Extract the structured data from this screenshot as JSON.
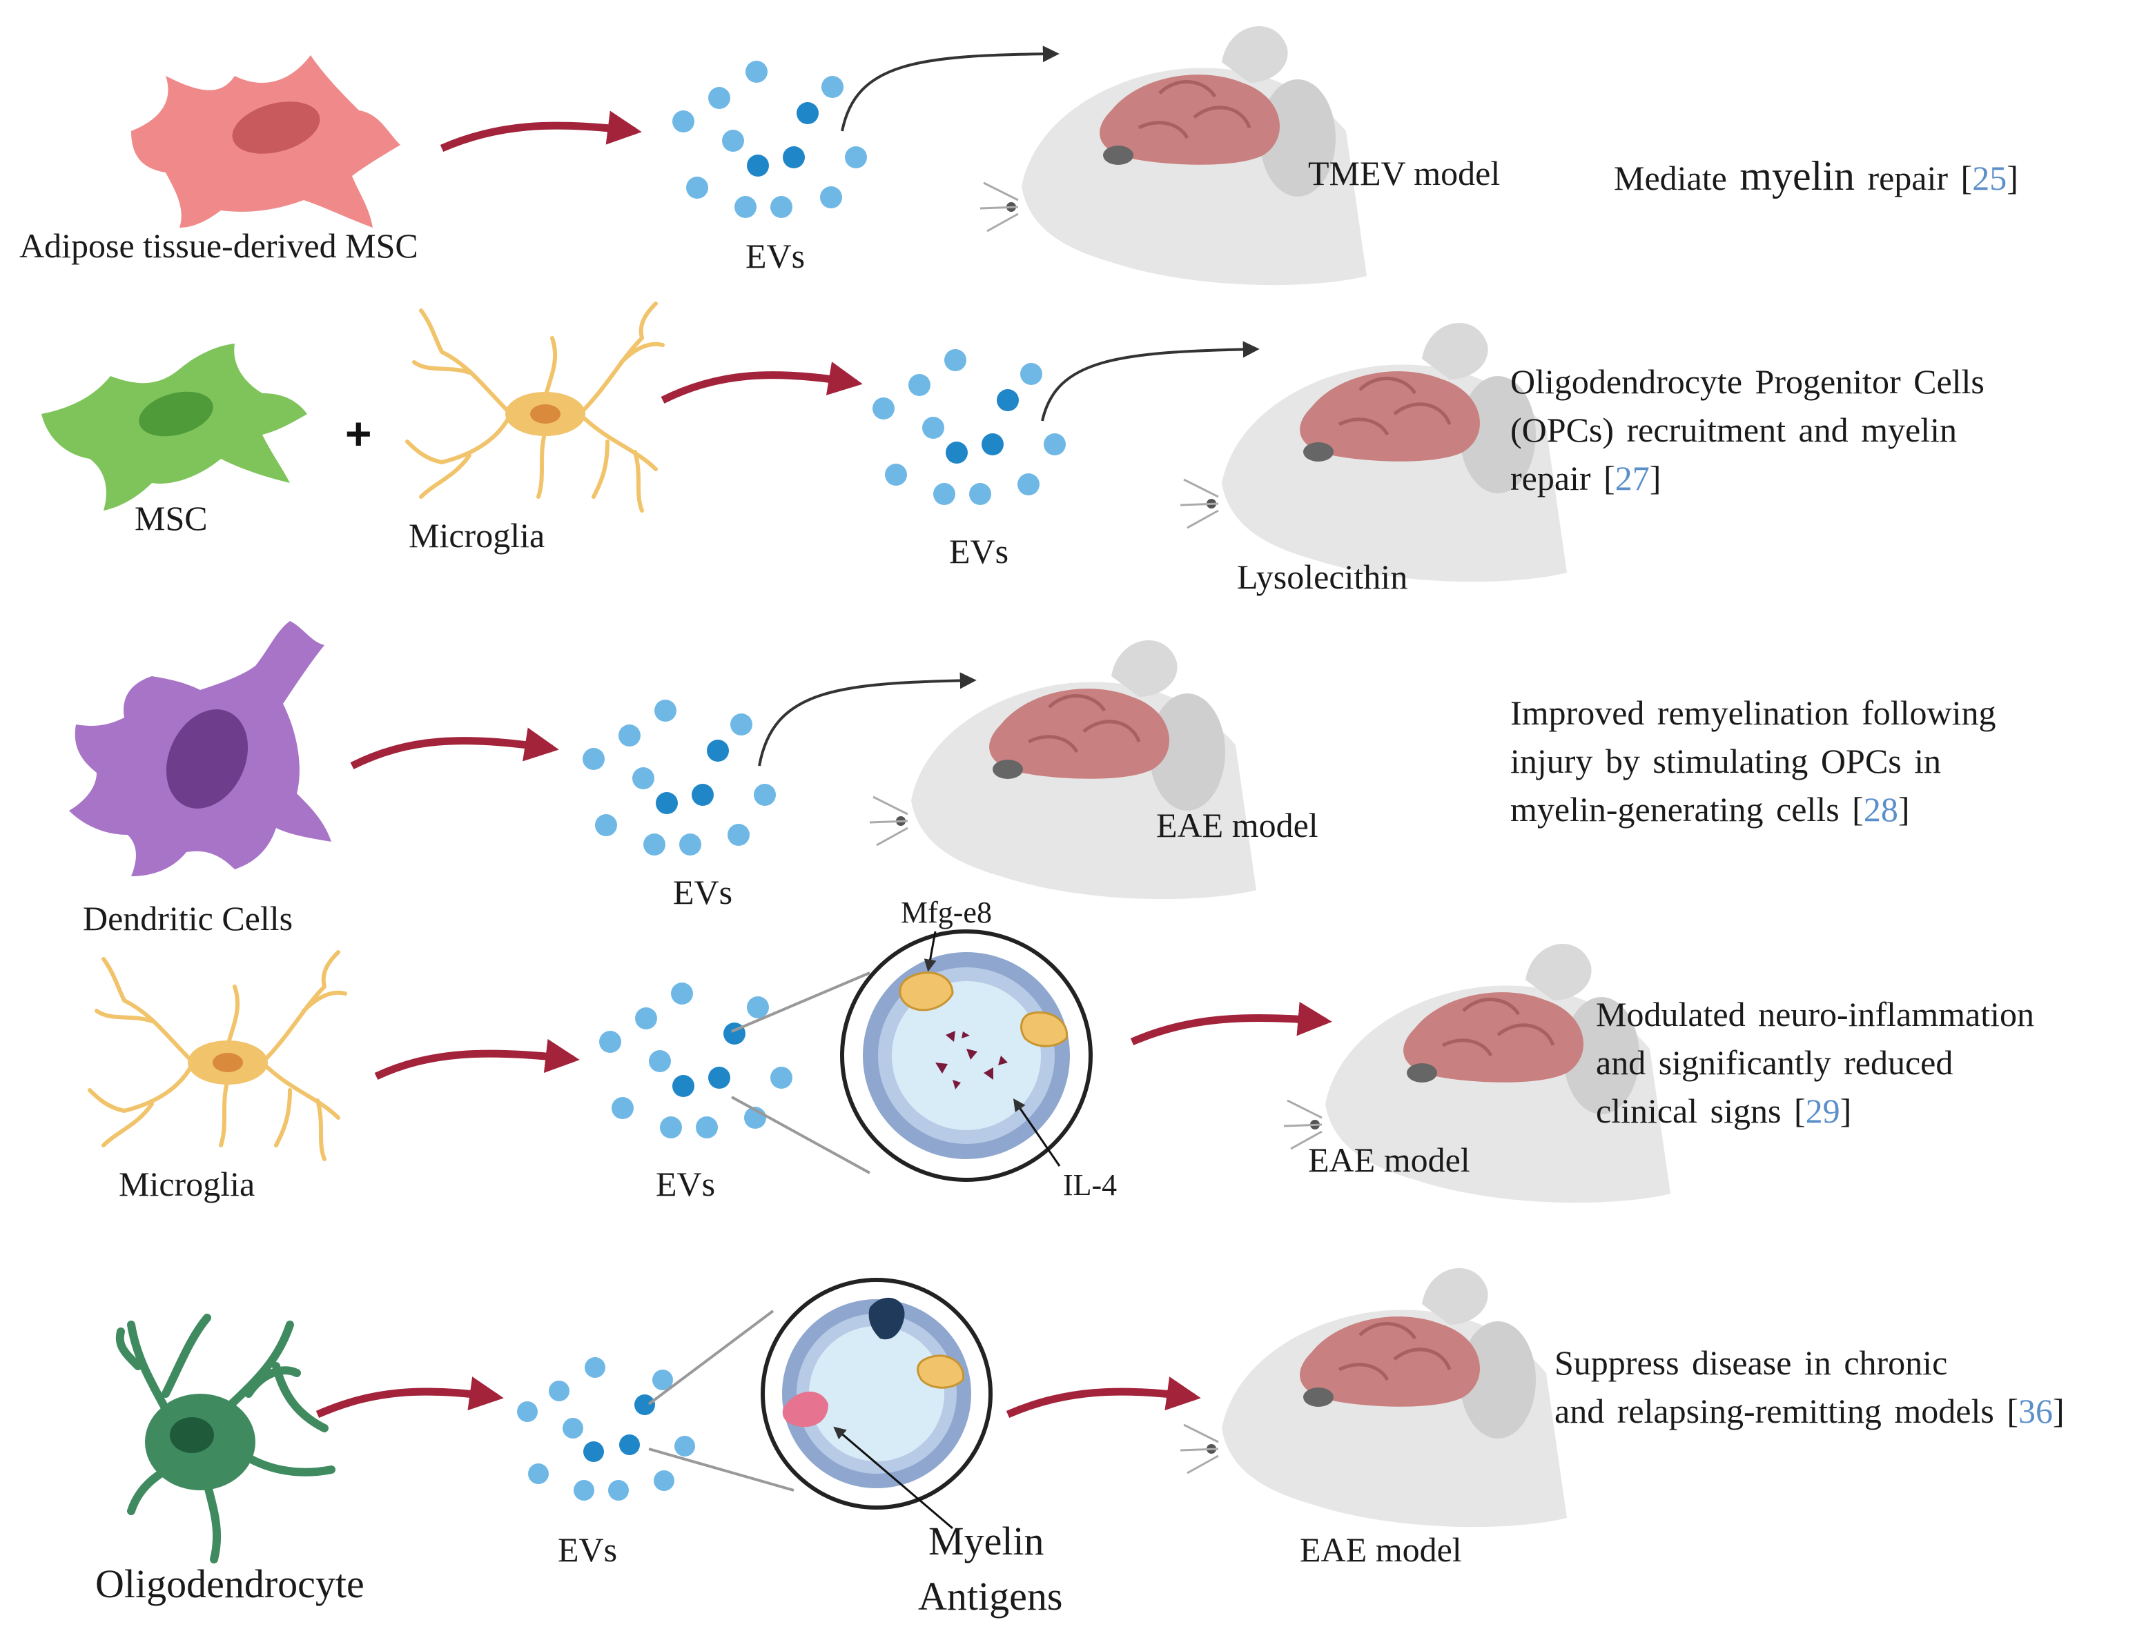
{
  "colors": {
    "arrow_red": "#a3233b",
    "arrow_dark": "#333333",
    "ev_light": "#6fb8e6",
    "ev_dark": "#1f86c8",
    "adipose_msc": "#f08a8a",
    "msc": "#7ec45b",
    "microglia": "#f1c36a",
    "dendritic": "#a874c7",
    "oligodendrocyte": "#3f8a5f",
    "brain": "#c98080",
    "reference": "#5b8fc9"
  },
  "rows": [
    {
      "source_label": "Adipose tissue-derived MSC",
      "ev_label": "EVs",
      "model_label": "TMEV model",
      "description": {
        "text_before_emphasis": "Mediate",
        "emphasis": "myelin",
        "text_after": "repair [",
        "ref": "25",
        "close": "]"
      }
    },
    {
      "source_label_1": "MSC",
      "plus": "+",
      "source_label_2": "Microglia",
      "ev_label": "EVs",
      "model_label": "Lysolecithin",
      "description": {
        "line1": "Oligodendrocyte Progenitor Cells",
        "line2": "(OPCs) recruitment and myelin",
        "line3": "repair [",
        "ref": "27",
        "close": "]"
      }
    },
    {
      "source_label": "Dendritic Cells",
      "ev_label": "EVs",
      "model_label": "EAE model",
      "description": {
        "line1": "Improved remyelination following",
        "line2": "injury by stimulating OPCs in",
        "line3": "myelin-generating cells [",
        "ref": "28",
        "close": "]"
      }
    },
    {
      "source_label": "Microglia",
      "ev_label": "EVs",
      "inset_label_top": "Mfg-e8",
      "inset_label_bottom": "IL-4",
      "model_label": "EAE model",
      "description": {
        "line1": "Modulated neuro-inflammation",
        "line2": "and significantly reduced",
        "line3": "clinical signs [",
        "ref": "29",
        "close": "]"
      }
    },
    {
      "source_label": "Oligodendrocyte",
      "ev_label": "EVs",
      "inset_label_1": "Myelin",
      "inset_label_2": "Antigens",
      "model_label": "EAE model",
      "description": {
        "line1": "Suppress disease in chronic",
        "line2": "and relapsing-remitting models [",
        "ref": "36",
        "close": "]"
      }
    }
  ]
}
